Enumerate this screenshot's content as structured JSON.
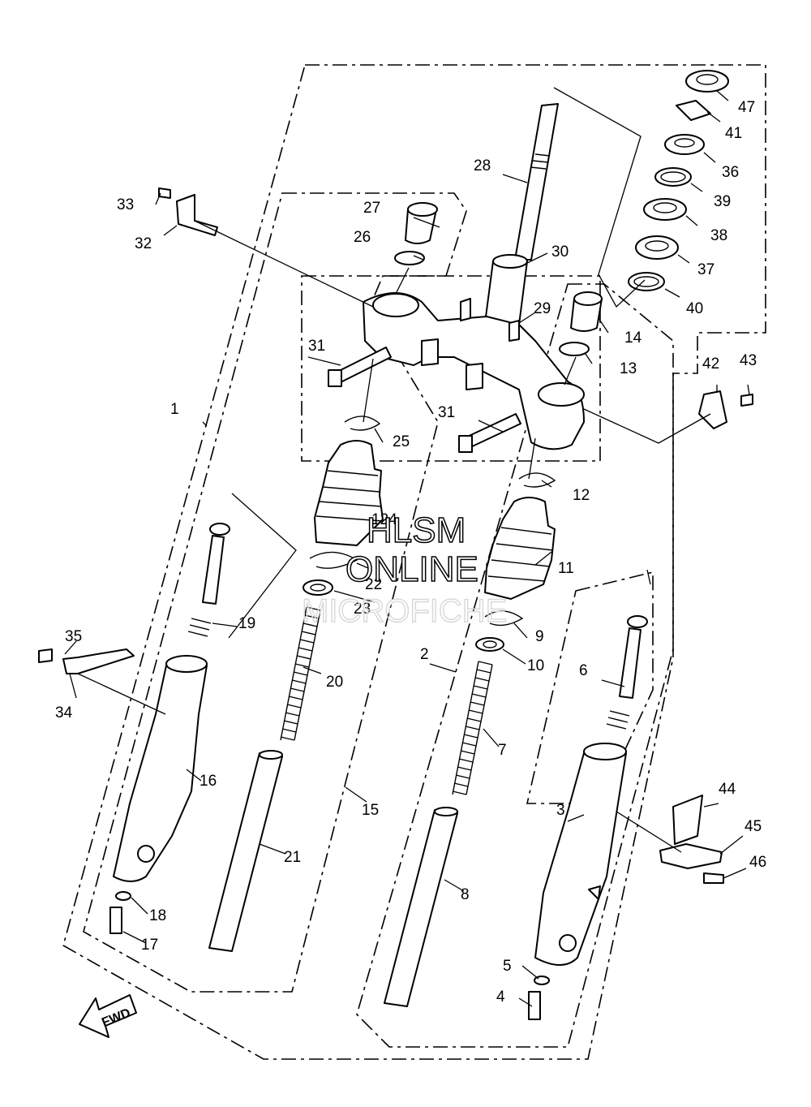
{
  "watermark": {
    "line1": "HLSM",
    "line2": "ONLINE",
    "line3": "MICROFICHE"
  },
  "fwd_label": "FWD",
  "callouts": [
    "1",
    "2",
    "3",
    "4",
    "5",
    "6",
    "7",
    "8",
    "9",
    "10",
    "11",
    "12",
    "13",
    "14",
    "15",
    "16",
    "17",
    "18",
    "19",
    "20",
    "21",
    "22",
    "23",
    "124",
    "25",
    "26",
    "27",
    "28",
    "29",
    "30",
    "31",
    "31",
    "32",
    "33",
    "34",
    "35",
    "36",
    "37",
    "38",
    "39",
    "40",
    "41",
    "42",
    "43",
    "44",
    "45",
    "46",
    "47"
  ]
}
